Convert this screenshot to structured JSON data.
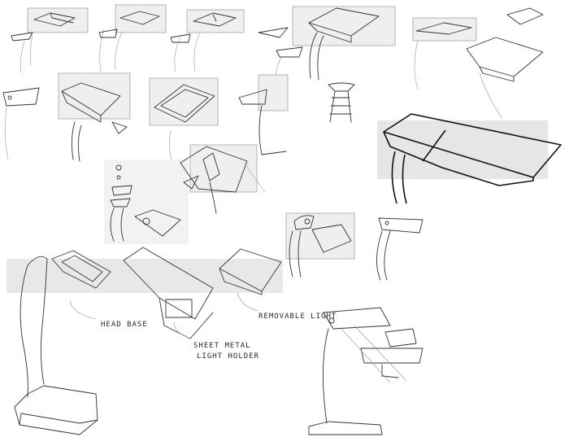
{
  "labels": {
    "head_base": "HEAD BASE",
    "sheet_metal_1": "SHEET METAL",
    "sheet_metal_2": "LIGHT HOLDER",
    "removable_light": "REMOVABLE LIGHT"
  },
  "palette": {
    "paper": "#ffffff",
    "ink": "#333333",
    "panel": "#e8e8e8"
  }
}
